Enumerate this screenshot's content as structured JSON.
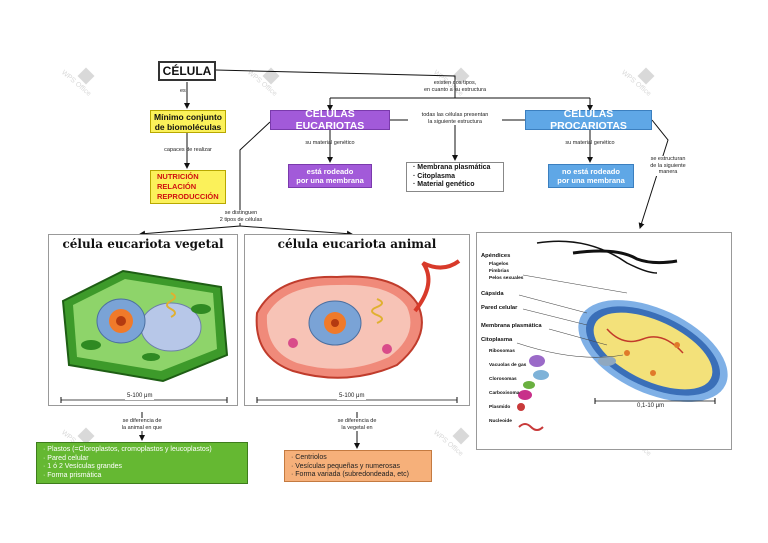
{
  "root": "CÉLULA",
  "connectors": {
    "es": "es",
    "tipos": [
      "existen dos tipos,",
      "en cuanto a su estructura"
    ],
    "capaces": "capaces de realizar",
    "comun": [
      "todas las células presentan",
      "la siguiente estructura"
    ],
    "material_euc": "su material genético",
    "material_pro": "su material genético",
    "estructuran": [
      "se estructuran",
      "de la siguiente",
      "manera"
    ],
    "distinguen": [
      "se distinguen",
      "2 tipos de células"
    ],
    "dif_vegetal": [
      "se diferencia de",
      "la animal en que"
    ],
    "dif_animal": [
      "se diferencia de",
      "la vegetal en"
    ]
  },
  "minimo": [
    "Mínimo conjunto",
    "de biomoléculas"
  ],
  "funciones": [
    "NUTRICIÓN",
    "RELACIÓN",
    "REPRODUCCIÓN"
  ],
  "eucariotas": "CÉLULAS EUCARIOTAS",
  "procariotas": "CÉLULAS PROCARIOTAS",
  "rodeado": [
    "está rodeado",
    "por una membrana"
  ],
  "no_rodeado": [
    "no está rodeado",
    "por una membrana"
  ],
  "comun_list": [
    "Membrana plasmática",
    "Citoplasma",
    "Material genético"
  ],
  "vegetal": {
    "title": "célula eucariota vegetal",
    "scale": "5-100 μm"
  },
  "animal": {
    "title": "célula eucariota animal",
    "scale": "5-100 μm"
  },
  "procariota": {
    "apendices": "Apéndices",
    "apendices_items": [
      "Flagelos",
      "Fimbrias",
      "Pelos sexuales"
    ],
    "capsula": "Cápsida",
    "pared": "Pared celular",
    "membrana": "Membrana plasmática",
    "citoplasma": "Citoplasma",
    "citoplasma_items": [
      "Ribosomas",
      "Vacuolas de gas",
      "Clorosomas",
      "Carboxisoma",
      "Plasmido",
      "Nucleoide"
    ],
    "scale": "0,1-10 μm"
  },
  "vegetal_list": [
    "Plastos (=Cloroplastos, cromoplastos y leucoplastos)",
    "Pared celular",
    "1 ó 2 Vesículas grandes",
    "Forma prismática"
  ],
  "animal_list": [
    "Centriolos",
    "Vesículas pequeñas y numerosas",
    "Forma variada (subredondeada, etc)"
  ],
  "watermark": "WPS Office",
  "colors": {
    "yellow": "#fbf15a",
    "purple": "#a25ad9",
    "blue": "#5fa7e6",
    "green": "#65b832",
    "orange": "#f6b07a",
    "red_text": "#d01010"
  }
}
